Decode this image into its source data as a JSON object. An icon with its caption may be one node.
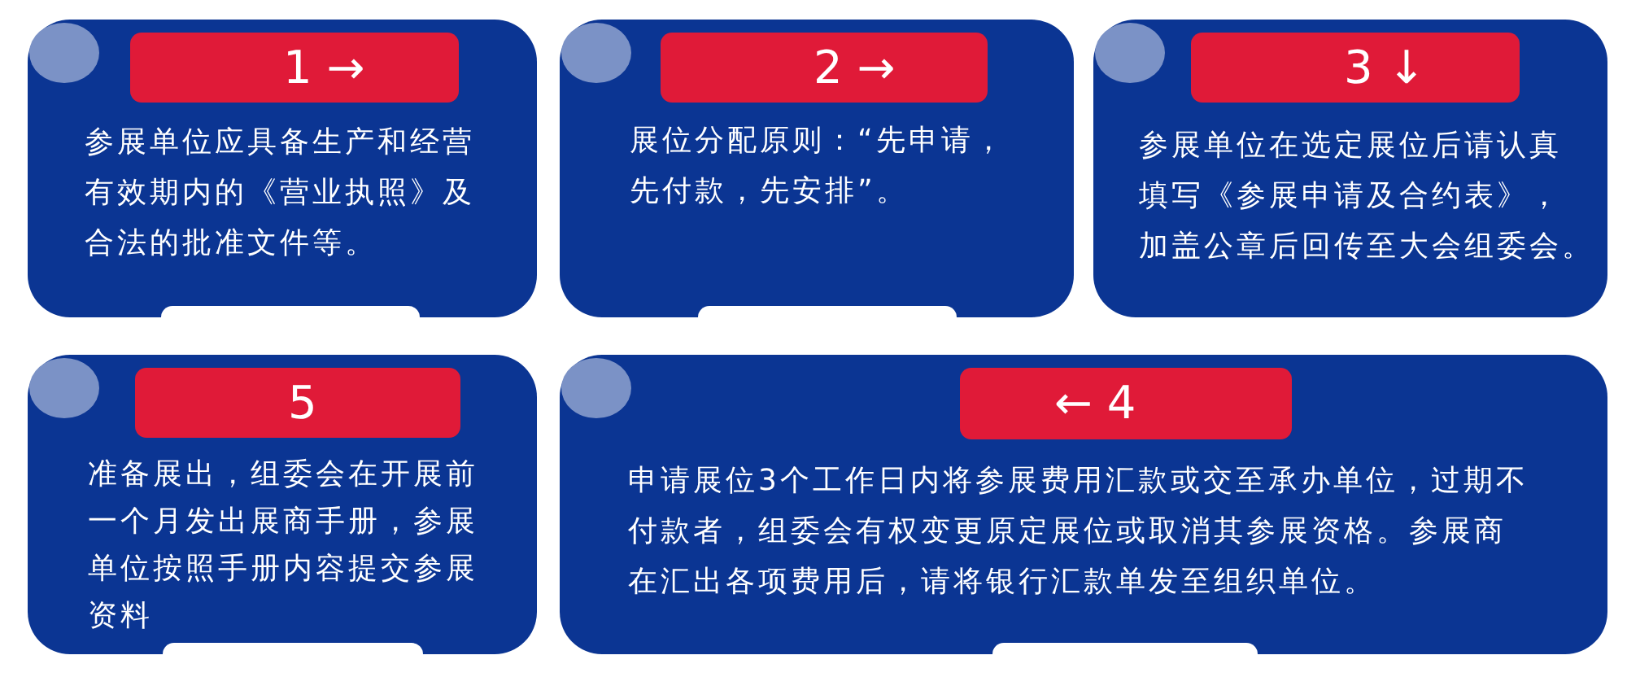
{
  "diagram": {
    "nodes": [
      {
        "text": [
          "参展单位应具备生产和经营有效期内的《营业执照》及合法的批准文件等。"
        ]
      },
      {
        "text": [
          "1 →"
        ],
        "in": 0
      },
      {
        "text": [
          "展位分配原则：“先申请，先付款，先安排”。"
        ]
      },
      {
        "text": [
          "2 →"
        ],
        "in": 2
      },
      {
        "text": [
          "参展单位在选定展位后请认真填写《参展申请及合约表》，加盖公章后回传至大会组委会。"
        ]
      },
      {
        "text": [
          "3 ↓"
        ],
        "in": 4
      },
      {
        "text": [
          "准备展出，组委会在开展前一个月发出展商手册，参展单位按照手册内容提交参展资料"
        ]
      },
      {
        "text": [
          "5"
        ],
        "in": 6
      },
      {
        "text": [
          "申请展位3个工作日内将参展费用汇款或交至承办单位，过期不付款者，组委会有权变更原定展位或取消其参展资格。参展商在汇出各项费用后，请将银行汇款单发至组织单位。"
        ]
      },
      {
        "text": [
          "← 4"
        ],
        "in": 8
      }
    ]
  }
}
